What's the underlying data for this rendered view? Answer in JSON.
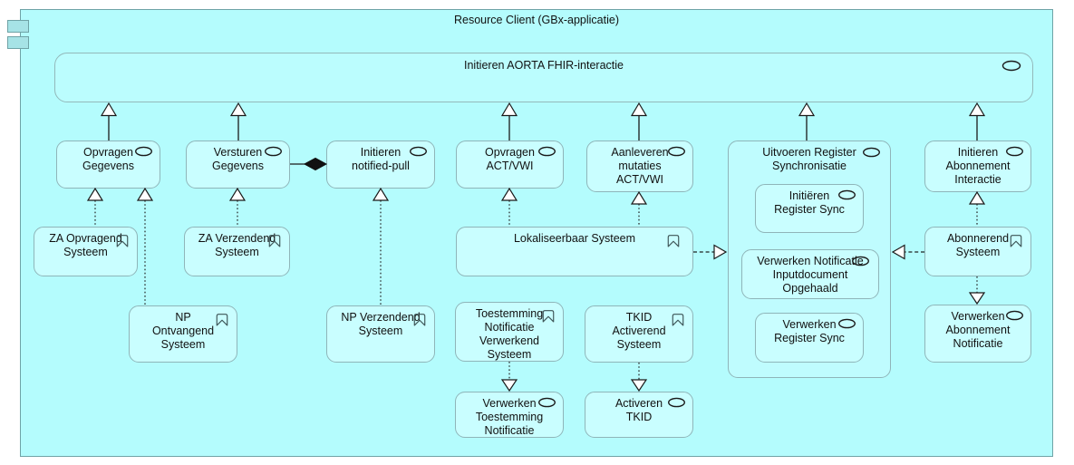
{
  "container": {
    "title": "Resource Client (GBx-applicatie)",
    "service": "Initieren AORTA FHIR-interactie"
  },
  "nodes": {
    "opvragen_gegevens": "Opvragen Gegevens",
    "versturen_gegevens": "Versturen Gegevens",
    "initieren_notified_pull": "Initieren notified-pull",
    "opvragen_act_vwi": "Opvragen ACT/VWI",
    "aanleveren_mutaties": "Aanleveren mutaties ACT/VWI",
    "uitvoeren_register_sync": "Uitvoeren Register Synchronisatie",
    "initieren_abonnement": "Initieren Abonnement Interactie",
    "initieren_register_sync": "Initiëren Register Sync",
    "verwerken_notificatie_inputdocument": "Verwerken Notificatie Inputdocument Opgehaald",
    "verwerken_register_sync": "Verwerken Register Sync",
    "za_opvragend": "ZA Opvragend Systeem",
    "za_verzendend": "ZA Verzendend Systeem",
    "lokaliseerbaar": "Lokaliseerbaar Systeem",
    "abonnerend": "Abonnerend Systeem",
    "np_ontvangend": "NP Ontvangend Systeem",
    "np_verzendend": "NP Verzendend Systeem",
    "toestemming_verwerkend": "Toestemming Notificatie Verwerkend Systeem",
    "tkid_activerend": "TKID Activerend Systeem",
    "verwerken_toestemming": "Verwerken Toestemming Notificatie",
    "activeren_tkid": "Activeren TKID",
    "verwerken_abonnement": "Verwerken Abonnement Notificatie"
  },
  "relationships": [
    {
      "type": "specialization",
      "from": "Opvragen Gegevens",
      "to": "Initieren AORTA FHIR-interactie"
    },
    {
      "type": "specialization",
      "from": "Versturen Gegevens",
      "to": "Initieren AORTA FHIR-interactie"
    },
    {
      "type": "specialization",
      "from": "Opvragen ACT/VWI",
      "to": "Initieren AORTA FHIR-interactie"
    },
    {
      "type": "specialization",
      "from": "Aanleveren mutaties ACT/VWI",
      "to": "Initieren AORTA FHIR-interactie"
    },
    {
      "type": "specialization",
      "from": "Uitvoeren Register Synchronisatie",
      "to": "Initieren AORTA FHIR-interactie"
    },
    {
      "type": "specialization",
      "from": "Initieren Abonnement Interactie",
      "to": "Initieren AORTA FHIR-interactie"
    },
    {
      "type": "composition",
      "whole": "Initieren notified-pull",
      "part": "Versturen Gegevens"
    },
    {
      "type": "realization",
      "from": "ZA Opvragend Systeem",
      "to": "Opvragen Gegevens"
    },
    {
      "type": "realization",
      "from": "NP Ontvangend Systeem",
      "to": "Opvragen Gegevens"
    },
    {
      "type": "realization",
      "from": "ZA Verzendend Systeem",
      "to": "Versturen Gegevens"
    },
    {
      "type": "realization",
      "from": "NP Verzendend Systeem",
      "to": "Initieren notified-pull"
    },
    {
      "type": "realization",
      "from": "Lokaliseerbaar Systeem",
      "to": "Opvragen ACT/VWI"
    },
    {
      "type": "realization",
      "from": "Lokaliseerbaar Systeem",
      "to": "Aanleveren mutaties ACT/VWI"
    },
    {
      "type": "realization",
      "from": "Lokaliseerbaar Systeem",
      "to": "Uitvoeren Register Synchronisatie"
    },
    {
      "type": "realization",
      "from": "Abonnerend Systeem",
      "to": "Uitvoeren Register Synchronisatie"
    },
    {
      "type": "realization",
      "from": "Abonnerend Systeem",
      "to": "Initieren Abonnement Interactie"
    },
    {
      "type": "realization",
      "from": "Abonnerend Systeem",
      "to": "Verwerken Abonnement Notificatie"
    },
    {
      "type": "realization",
      "from": "Toestemming Notificatie Verwerkend Systeem",
      "to": "Verwerken Toestemming Notificatie"
    },
    {
      "type": "realization",
      "from": "TKID Activerend Systeem",
      "to": "Activeren TKID"
    }
  ],
  "icons": {
    "component": "application-component-icon",
    "service": "application-service-icon",
    "bookmark": "bookmark-chevron-icon"
  },
  "colors": {
    "container_fill": "#b4fcfd",
    "node_fill": "#c9feff",
    "border": "#6fa3a6",
    "node_border": "#8fb5b9",
    "line": "#1a1a1a"
  }
}
